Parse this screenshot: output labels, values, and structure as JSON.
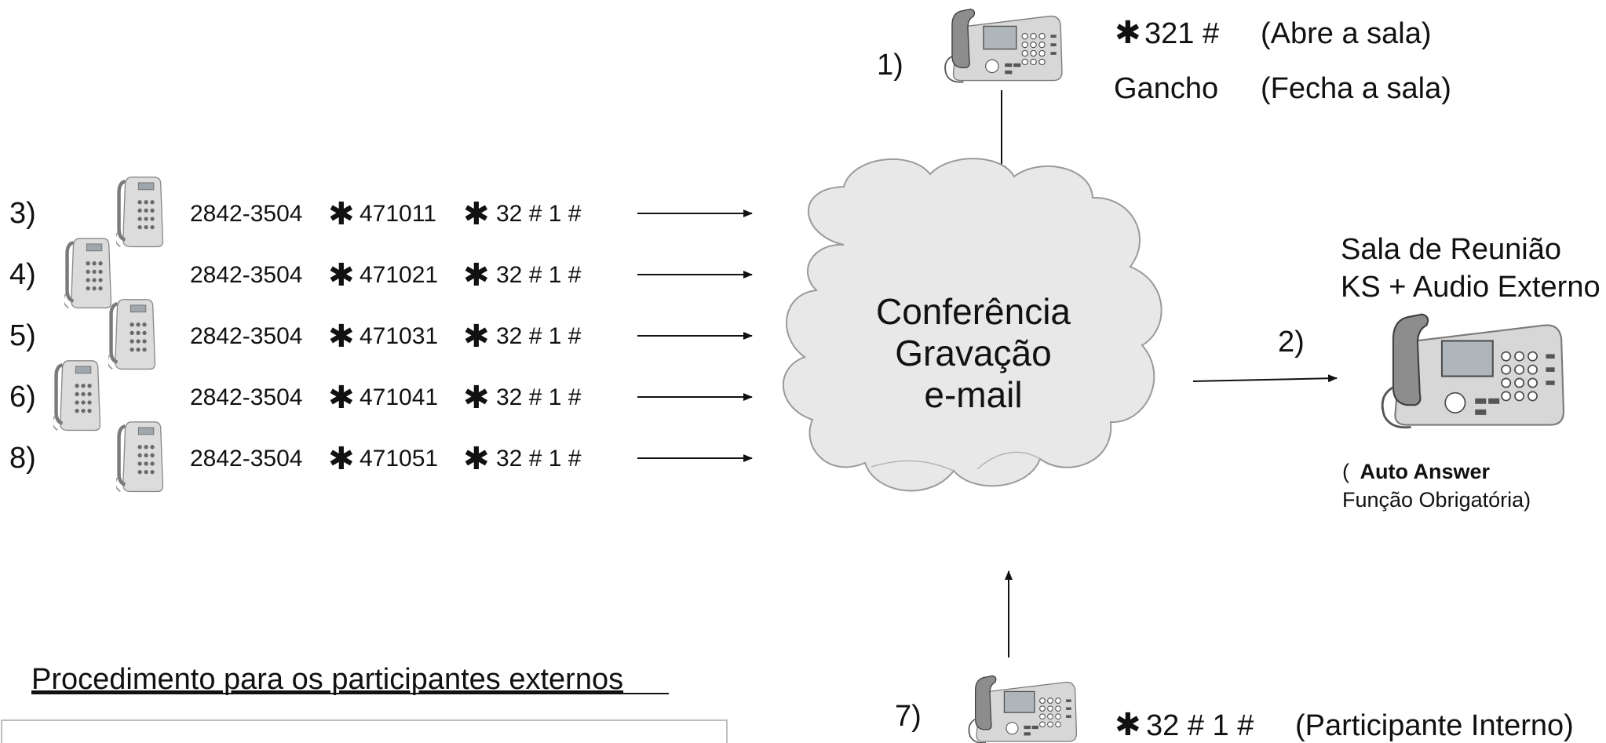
{
  "host": {
    "step": "1)",
    "code": "321 #",
    "code_note": "(Abre a sala)",
    "hook": "Gancho",
    "hook_note": "(Fecha a sala)",
    "icon": "ip-phone-icon"
  },
  "cloud": {
    "line1": "Conferência",
    "line2": "Gravação",
    "line3": "e-mail",
    "icon": "cloud-icon"
  },
  "room": {
    "step": "2)",
    "title1": "Sala de Reunião",
    "title2": "KS + Audio Externo",
    "note_open": "(",
    "note_bold": "Auto Answer",
    "note_rest": "Função Obrigatória)",
    "icon": "ip-phone-icon"
  },
  "participants": [
    {
      "step": "3)",
      "phone": "2842-3504",
      "room_code": "471011",
      "pin": "32 # 1 #"
    },
    {
      "step": "4)",
      "phone": "2842-3504",
      "room_code": "471021",
      "pin": "32 # 1 #"
    },
    {
      "step": "5)",
      "phone": "2842-3504",
      "room_code": "471031",
      "pin": "32 # 1 #"
    },
    {
      "step": "6)",
      "phone": "2842-3504",
      "room_code": "471041",
      "pin": "32 # 1 #"
    },
    {
      "step": "8)",
      "phone": "2842-3504",
      "room_code": "471051",
      "pin": "32 # 1 #"
    }
  ],
  "internal": {
    "step": "7)",
    "code": "32 # 1 #",
    "note": "(Participante Interno)",
    "icon": "ip-phone-icon"
  },
  "procedure": {
    "heading": "Procedimento para os participantes externos"
  },
  "star_symbol": "✱",
  "colors": {
    "ink": "#111111",
    "cloud_fill": "#e8e8e8",
    "cloud_edge": "#9a9a9a",
    "phone_body": "#d9d9d9",
    "phone_dark": "#444444"
  }
}
